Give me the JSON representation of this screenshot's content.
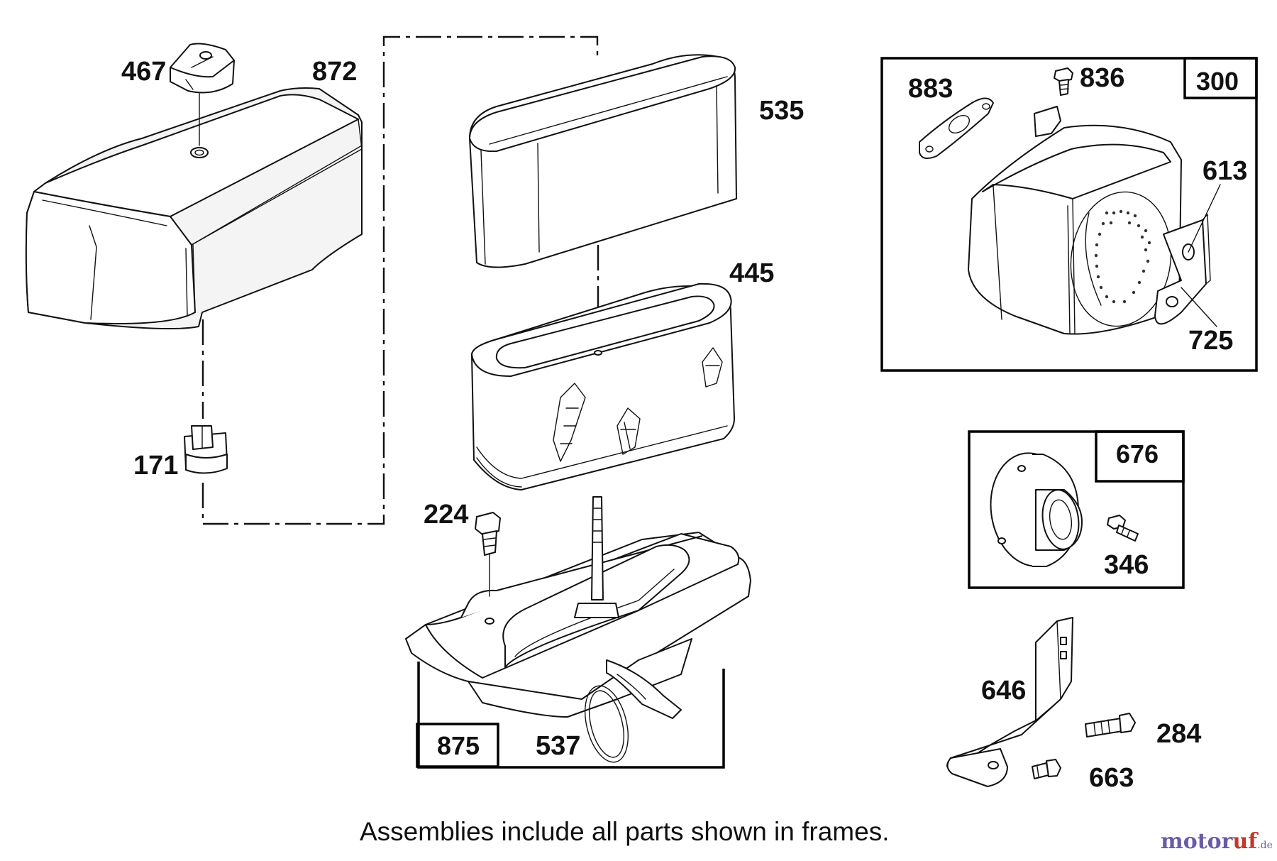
{
  "parts": {
    "p467": "467",
    "p872": "872",
    "p171": "171",
    "p535": "535",
    "p445": "445",
    "p224": "224",
    "p537": "537",
    "p883": "883",
    "p836": "836",
    "p613": "613",
    "p725": "725",
    "p346": "346",
    "p646": "646",
    "p284": "284",
    "p663": "663"
  },
  "frames": {
    "f300": "300",
    "f676": "676",
    "f875": "875"
  },
  "caption": "Assemblies include all parts shown in frames.",
  "watermark": {
    "part1": "motor",
    "part2": "uf",
    "suffix": ".de"
  },
  "colors": {
    "line": "#111111",
    "watermark_primary": "#6b5aa8",
    "watermark_accent": "#c0392b"
  }
}
